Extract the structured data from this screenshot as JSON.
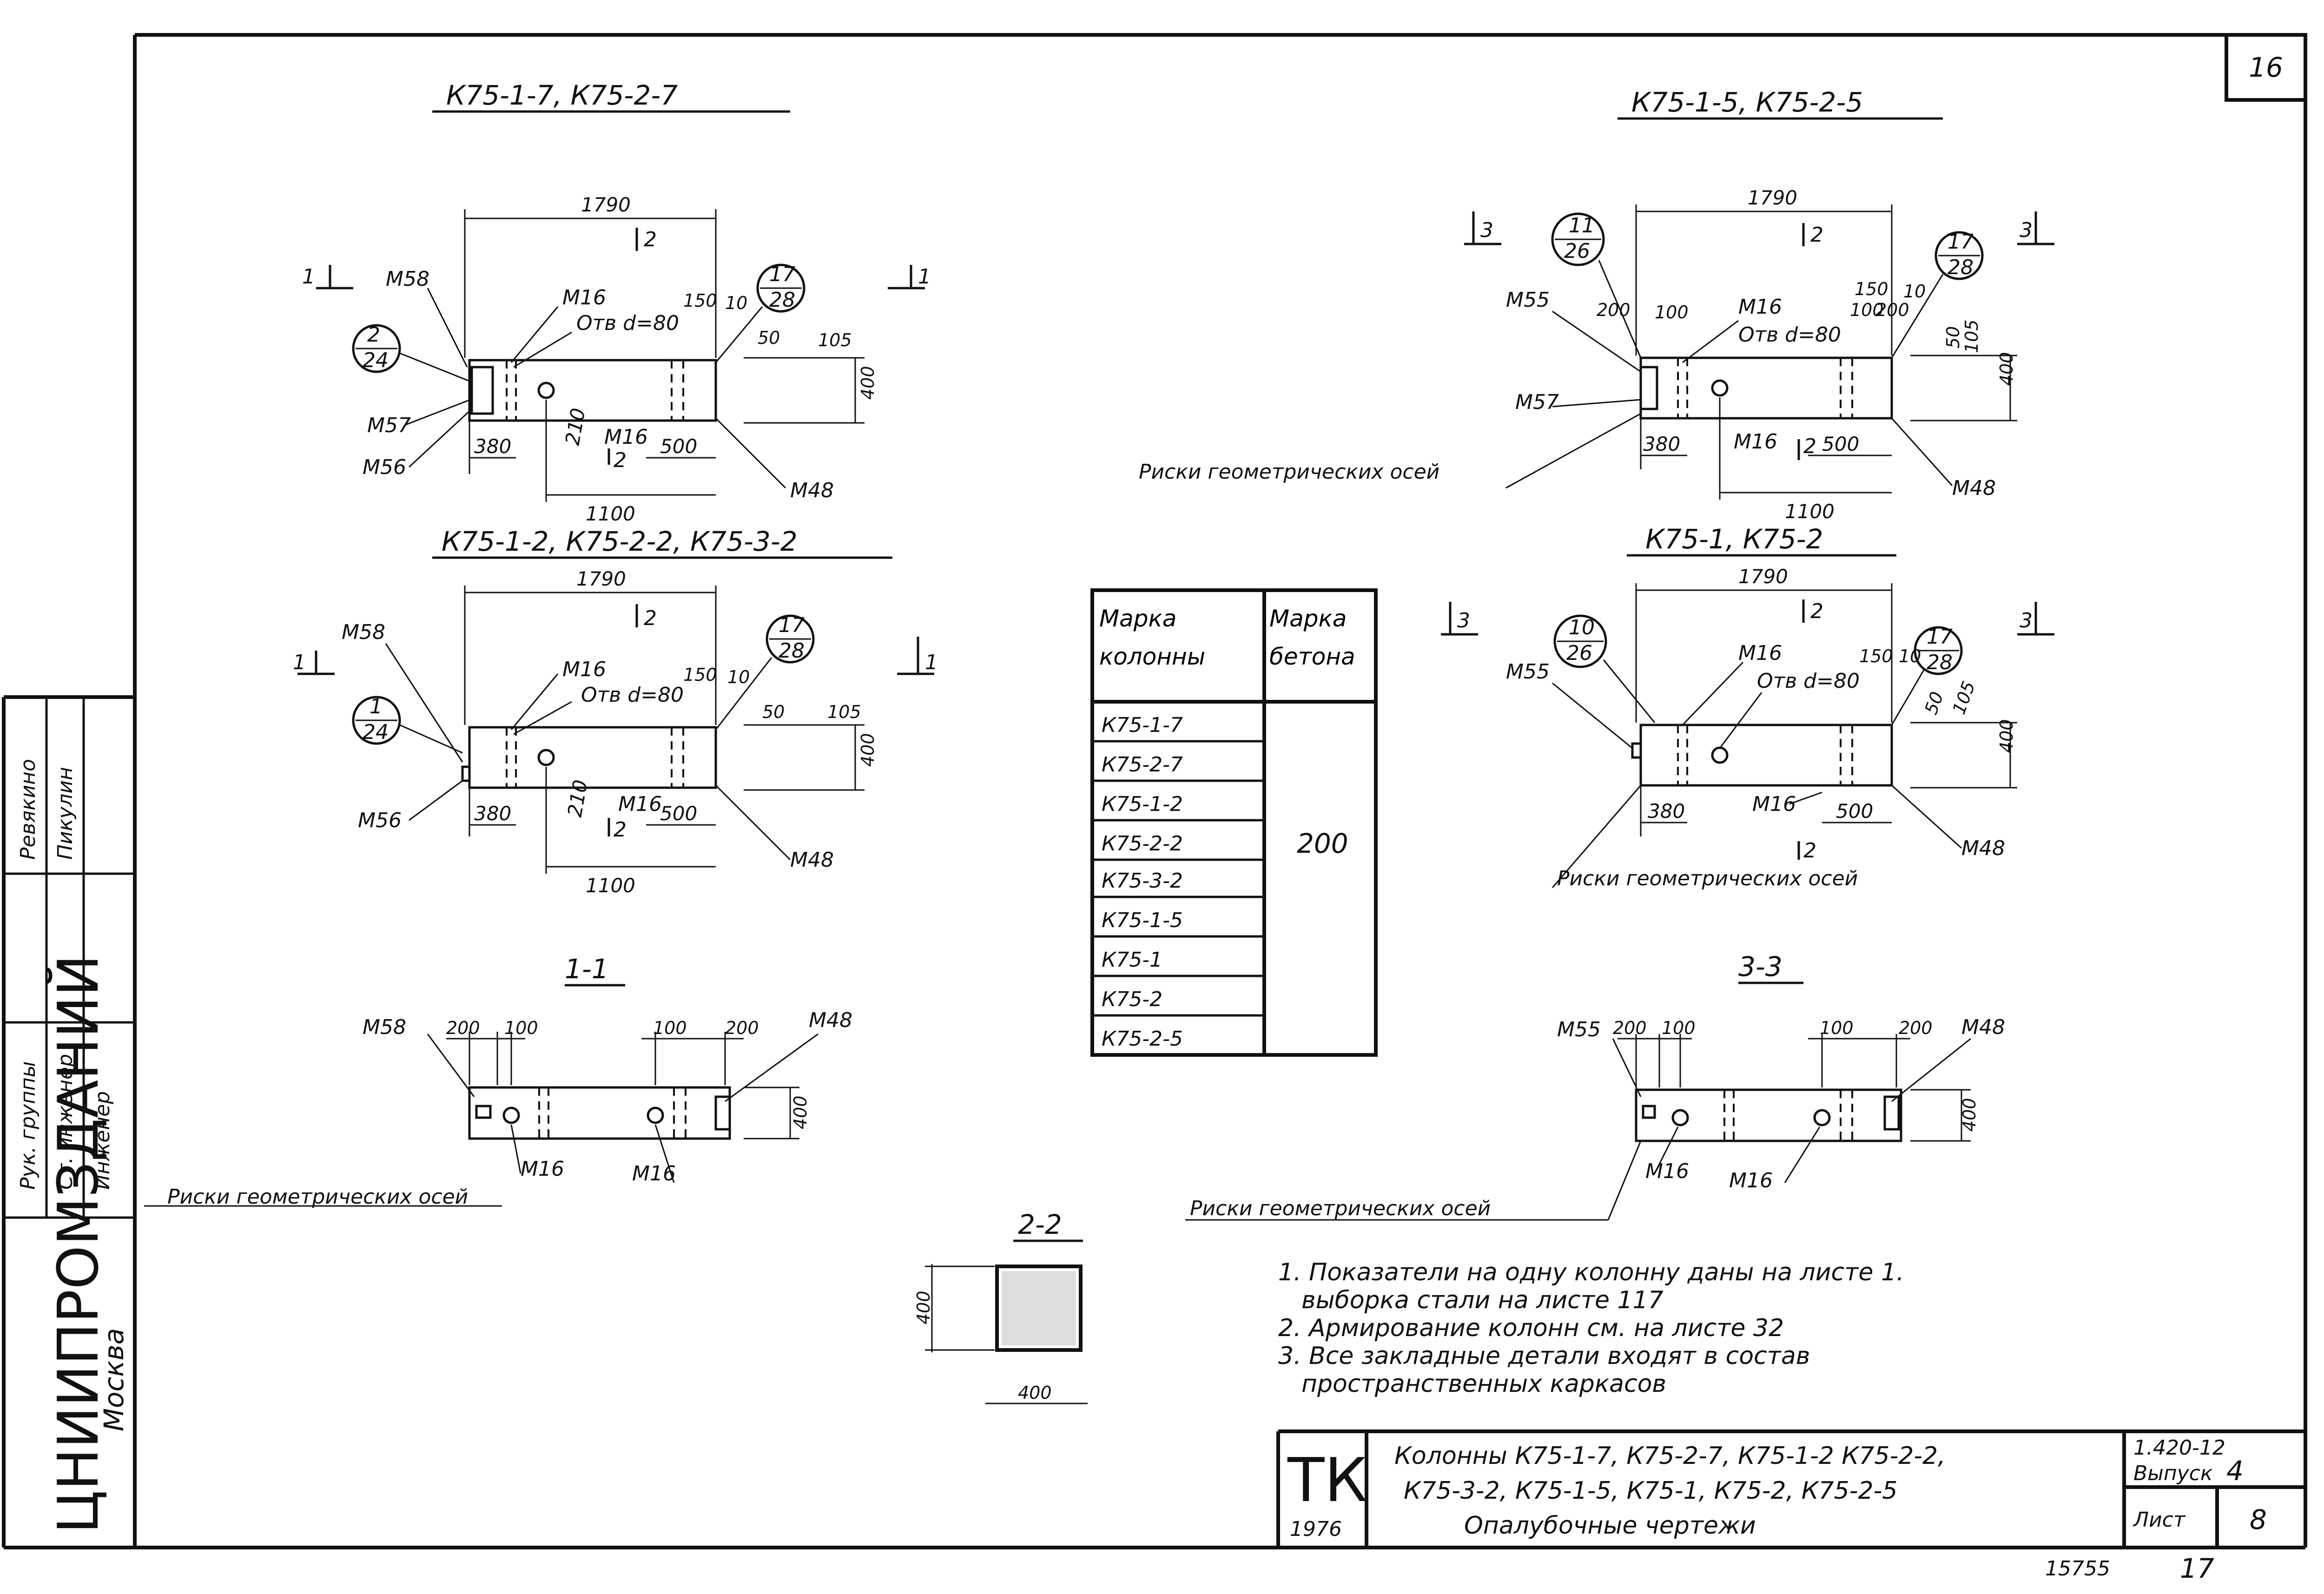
{
  "sheet_number": "16",
  "views": {
    "v1": {
      "title": "К75-1-7, К75-2-7",
      "dims": {
        "total": "1790",
        "mid": "1100",
        "left": "380",
        "hole_offset": "210",
        "right": "500",
        "a": "150",
        "b": "10",
        "c": "50",
        "d": "105",
        "h": "400"
      },
      "marks": {
        "m58": "М58",
        "m57": "М57",
        "m56": "М56",
        "m16a": "М16",
        "m16b": "М16",
        "m48": "М48",
        "hole": "Отв d=80",
        "sec2": "2",
        "sec2b": "2",
        "cut1": "1",
        "cut1b": "1"
      },
      "circles": [
        {
          "top": "2",
          "bottom": "24"
        },
        {
          "top": "17",
          "bottom": "28"
        }
      ]
    },
    "v2": {
      "title": "К75-1-2, К75-2-2, К75-3-2",
      "dims": {
        "total": "1790",
        "mid": "1100",
        "left": "380",
        "hole_offset": "210",
        "right": "500",
        "a": "150",
        "b": "10",
        "c": "50",
        "d": "105",
        "h": "400"
      },
      "marks": {
        "m58": "М58",
        "m56": "М56",
        "m16a": "М16",
        "m16b": "М16",
        "m48": "М48",
        "hole": "Отв d=80",
        "sec2": "2",
        "sec2b": "2",
        "cut1": "1",
        "cut1b": "1"
      },
      "circles": [
        {
          "top": "1",
          "bottom": "24"
        },
        {
          "top": "17",
          "bottom": "28"
        }
      ]
    },
    "v3": {
      "title": "К75-1-5, К75-2-5",
      "dims": {
        "total": "1790",
        "mid": "1100",
        "left": "380",
        "right": "500",
        "a": "150",
        "b": "10",
        "c": "200",
        "e": "200",
        "f": "100",
        "g": "100",
        "h": "400",
        "d": "105",
        "k": "50"
      },
      "marks": {
        "m55": "М55",
        "m57": "М57",
        "m16a": "М16",
        "m16b": "М16",
        "m48": "М48",
        "hole": "Отв d=80",
        "sec2": "2",
        "sec2b": "2",
        "cut3": "3",
        "cut3b": "3",
        "axes": "Риски геометрических осей"
      },
      "circles": [
        {
          "top": "11",
          "bottom": "26"
        },
        {
          "top": "17",
          "bottom": "28"
        }
      ]
    },
    "v4": {
      "title": "К75-1, К75-2",
      "dims": {
        "total": "1790",
        "left": "380",
        "right": "500",
        "a": "150",
        "b": "10",
        "c": "50",
        "d": "105",
        "h": "400"
      },
      "marks": {
        "m55": "М55",
        "m16a": "М16",
        "m16b": "М16",
        "m48": "М48",
        "hole": "Отв d=80",
        "sec2": "2",
        "sec2b": "2",
        "cut3": "3",
        "cut3b": "3",
        "axes": "Риски геометрических осей"
      },
      "circles": [
        {
          "top": "10",
          "bottom": "26"
        },
        {
          "top": "17",
          "bottom": "28"
        }
      ]
    },
    "s11": {
      "title": "1-1",
      "dims": {
        "a": "200",
        "b": "100",
        "c": "100",
        "d": "200",
        "h": "400"
      },
      "marks": {
        "m58": "М58",
        "m48": "М48",
        "m16a": "М16",
        "m16b": "М16",
        "axes": "Риски геометрических осей"
      }
    },
    "s33": {
      "title": "3-3",
      "dims": {
        "a": "200",
        "b": "100",
        "c": "100",
        "d": "200",
        "h": "400"
      },
      "marks": {
        "m55": "М55",
        "m48": "М48",
        "m16a": "М16",
        "m16b": "М16",
        "axes": "Риски геометрических осей"
      }
    },
    "s22": {
      "title": "2-2",
      "dims": {
        "w": "400",
        "h": "400"
      }
    }
  },
  "table": {
    "header": {
      "col1": "Марка колонны",
      "col2": "Марка бетона"
    },
    "rows": [
      "К75-1-7",
      "К75-2-7",
      "К75-1-2",
      "К75-2-2",
      "К75-3-2",
      "К75-1-5",
      "К75-1",
      "К75-2",
      "К75-2-5"
    ],
    "concrete": "200"
  },
  "notes": [
    "1. Показатели на одну колонну даны на листе 1.",
    "выборка стали на листе 117",
    "2. Армирование колонн см. на листе 32",
    "3. Все закладные детали входят в состав",
    "пространственных каркасов"
  ],
  "title_block": {
    "code": "ТК",
    "year": "1976",
    "line1": "Колонны К75-1-7, К75-2-7, К75-1-2 К75-2-2,",
    "line2": "К75-3-2, К75-1-5, К75-1, К75-2, К75-2-5",
    "line3": "Опалубочные чертежи",
    "series": "1.420-12",
    "issue_label": "Выпуск",
    "issue": "4",
    "sheet_label": "Лист",
    "sheet": "8"
  },
  "left_strip": {
    "org": "ЦНИИПРОМЗДАНИЙ",
    "city": "Москва",
    "roles": [
      "Рук. группы",
      "Ст. инженер",
      "Инженер"
    ],
    "names": [
      "Ревякино",
      "Пикулин"
    ]
  },
  "footer": {
    "order": "15755",
    "page": "17"
  }
}
